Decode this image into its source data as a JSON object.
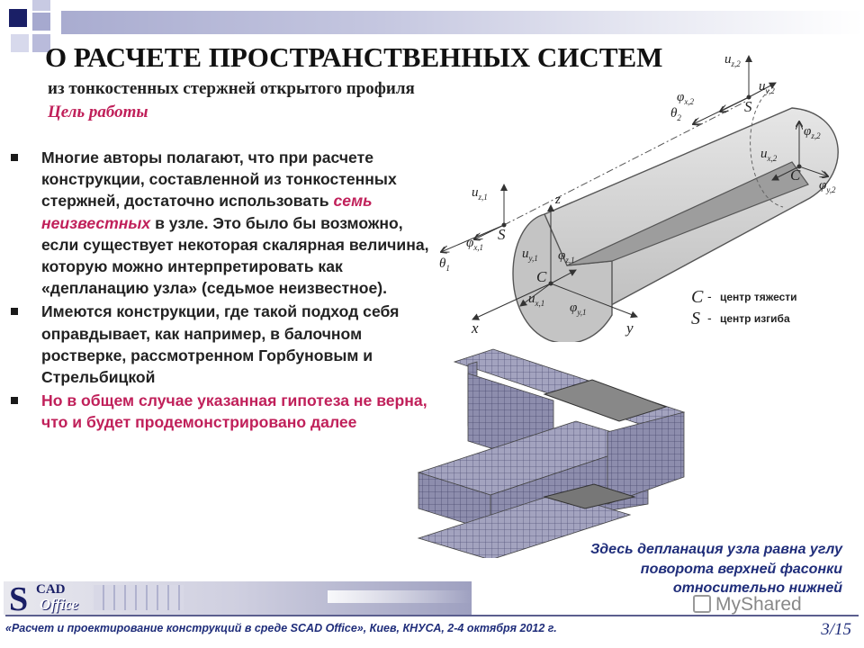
{
  "slide": {
    "title": "О РАСЧЕТЕ ПРОСТРАНСТВЕННЫХ СИСТЕМ",
    "subtitle": "из тонкостенных стержней открытого профиля",
    "goal": "Цель работы",
    "bullets": [
      {
        "parts": [
          "Многие авторы полагают, что при расчете конструкции, составленной из тонкостенных стержней, достаточно использовать ",
          "семь неизвестных",
          " в узле. Это было бы возможно, если существует некоторая скалярная величина, которую можно интерпретировать как «депланацию узла» (седьмое неизвестное)."
        ]
      },
      {
        "text": "Имеются конструкции, где такой подход себя оправдывает, как например, в балочном ростверке, рассмотренном Горбуновым и Стрельбицкой"
      },
      {
        "text": "Но в общем случае указанная гипотеза не верна, что и будет продемонстрировано далее"
      }
    ],
    "caption": [
      "Здесь депланация узла равна углу",
      "поворота верхней фасонки",
      "относительно нижней"
    ],
    "footer": "«Расчет и проектирование конструкций в среде SCAD Office», Киев, КНУСА, 2-4 октября 2012 г.",
    "page": "3/15",
    "watermark": "MyShared",
    "logo": {
      "top": "CAD",
      "bottom": "Office",
      "initial": "S"
    }
  },
  "diagram": {
    "legend": [
      {
        "symbol": "C",
        "text": "центр тяжести"
      },
      {
        "symbol": "S",
        "text": "центр изгиба"
      }
    ],
    "labels": {
      "uz2": "u",
      "uz2_sub": "z,2",
      "uy2": "u",
      "uy2_sub": "y,2",
      "phix2": "φ",
      "phix2_sub": "x,2",
      "theta2": "θ",
      "theta2_sub": "2",
      "S2": "S",
      "phiz2": "φ",
      "phiz2_sub": "z,2",
      "ux2": "u",
      "ux2_sub": "x,2",
      "C2": "C",
      "phiy2": "φ",
      "phiy2_sub": "y,2",
      "uz1": "u",
      "uz1_sub": "z,1",
      "z": "z",
      "phix1": "φ",
      "phix1_sub": "x,1",
      "S1": "S",
      "theta1": "θ",
      "theta1_sub": "1",
      "uy1": "u",
      "uy1_sub": "y,1",
      "phiz1": "φ",
      "phiz1_sub": "z,1",
      "C1": "C",
      "ux1": "u",
      "ux1_sub": "x,1",
      "phiy1": "φ",
      "phiy1_sub": "y,1",
      "x": "x",
      "y": "y"
    }
  },
  "colors": {
    "accent": "#c0205a",
    "navy": "#1f2d7a",
    "mesh": "#8a8aa8",
    "tube": "#d3d3d3"
  }
}
